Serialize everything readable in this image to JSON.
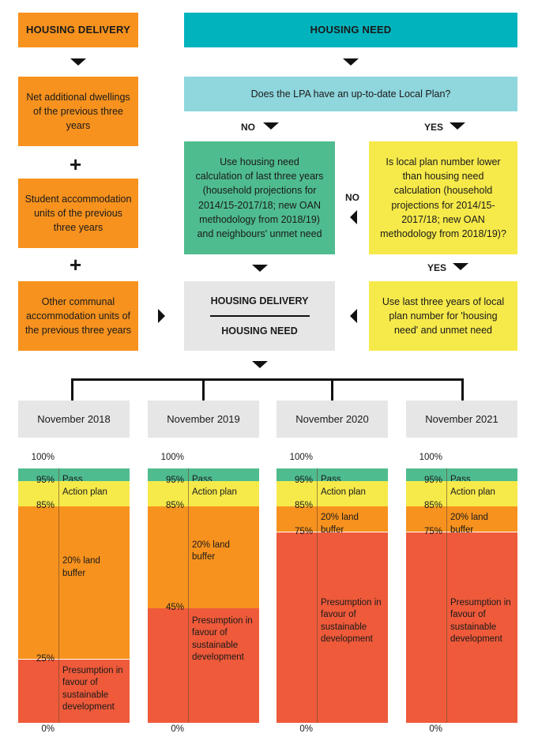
{
  "flow": {
    "housing_delivery": "HOUSING DELIVERY",
    "housing_need": "HOUSING NEED",
    "net_additional": "Net additional dwellings of the previous three years",
    "student": "Student accommodation units of the previous three years",
    "communal": "Other communal accommodation units of the previous three years",
    "question": "Does the LPA have an up-to-date Local Plan?",
    "no": "NO",
    "yes": "YES",
    "no2": "NO",
    "yes2": "YES",
    "use_calc": "Use housing need calculation of last three years (household projections for 2014/15-2017/18; new OAN methodology from 2018/19) and neighbours' unmet need",
    "is_lower": "Is local plan number lower than housing need calculation (household projections for 2014/15-2017/18; new OAN methodology from 2018/19)?",
    "use_local": "Use last three years of local plan number for 'housing need' and unmet need",
    "numerator": "HOUSING DELIVERY",
    "denominator": "HOUSING NEED",
    "plus": "+"
  },
  "colors": {
    "pass": "#4fbc8f",
    "action": "#f6e94a",
    "buffer": "#f7921e",
    "presumption": "#ee5a3a"
  },
  "years": [
    {
      "label": "November 2018",
      "top": "100%",
      "bottom": "0%",
      "ticks": [
        {
          "v": 95,
          "t": "95%"
        },
        {
          "v": 85,
          "t": "85%"
        },
        {
          "v": 25,
          "t": "25%"
        }
      ],
      "zones": [
        {
          "from": 95,
          "to": 100,
          "c": "pass",
          "t": "Pass"
        },
        {
          "from": 85,
          "to": 95,
          "c": "action",
          "t": "Action plan"
        },
        {
          "from": 25,
          "to": 85,
          "c": "buffer",
          "t": "20% land buffer"
        },
        {
          "from": 0,
          "to": 25,
          "c": "presumption",
          "t": "Presumption in favour of sustainable development"
        }
      ]
    },
    {
      "label": "November 2019",
      "top": "100%",
      "bottom": "0%",
      "ticks": [
        {
          "v": 95,
          "t": "95%"
        },
        {
          "v": 85,
          "t": "85%"
        },
        {
          "v": 45,
          "t": "45%"
        }
      ],
      "zones": [
        {
          "from": 95,
          "to": 100,
          "c": "pass",
          "t": "Pass"
        },
        {
          "from": 85,
          "to": 95,
          "c": "action",
          "t": "Action plan"
        },
        {
          "from": 45,
          "to": 85,
          "c": "buffer",
          "t": "20% land buffer"
        },
        {
          "from": 0,
          "to": 45,
          "c": "presumption",
          "t": "Presumption in favour of sustainable development"
        }
      ]
    },
    {
      "label": "November 2020",
      "top": "100%",
      "bottom": "0%",
      "ticks": [
        {
          "v": 95,
          "t": "95%"
        },
        {
          "v": 85,
          "t": "85%"
        },
        {
          "v": 75,
          "t": "75%"
        }
      ],
      "zones": [
        {
          "from": 95,
          "to": 100,
          "c": "pass",
          "t": "Pass"
        },
        {
          "from": 85,
          "to": 95,
          "c": "action",
          "t": "Action plan"
        },
        {
          "from": 75,
          "to": 85,
          "c": "buffer",
          "t": "20% land buffer"
        },
        {
          "from": 0,
          "to": 75,
          "c": "presumption",
          "t": "Presumption in favour of sustainable development"
        }
      ]
    },
    {
      "label": "November 2021",
      "top": "100%",
      "bottom": "0%",
      "ticks": [
        {
          "v": 95,
          "t": "95%"
        },
        {
          "v": 85,
          "t": "85%"
        },
        {
          "v": 75,
          "t": "75%"
        }
      ],
      "zones": [
        {
          "from": 95,
          "to": 100,
          "c": "pass",
          "t": "Pass"
        },
        {
          "from": 85,
          "to": 95,
          "c": "action",
          "t": "Action plan"
        },
        {
          "from": 75,
          "to": 85,
          "c": "buffer",
          "t": "20% land buffer"
        },
        {
          "from": 0,
          "to": 75,
          "c": "presumption",
          "t": "Presumption in favour of sustainable development"
        }
      ]
    }
  ]
}
